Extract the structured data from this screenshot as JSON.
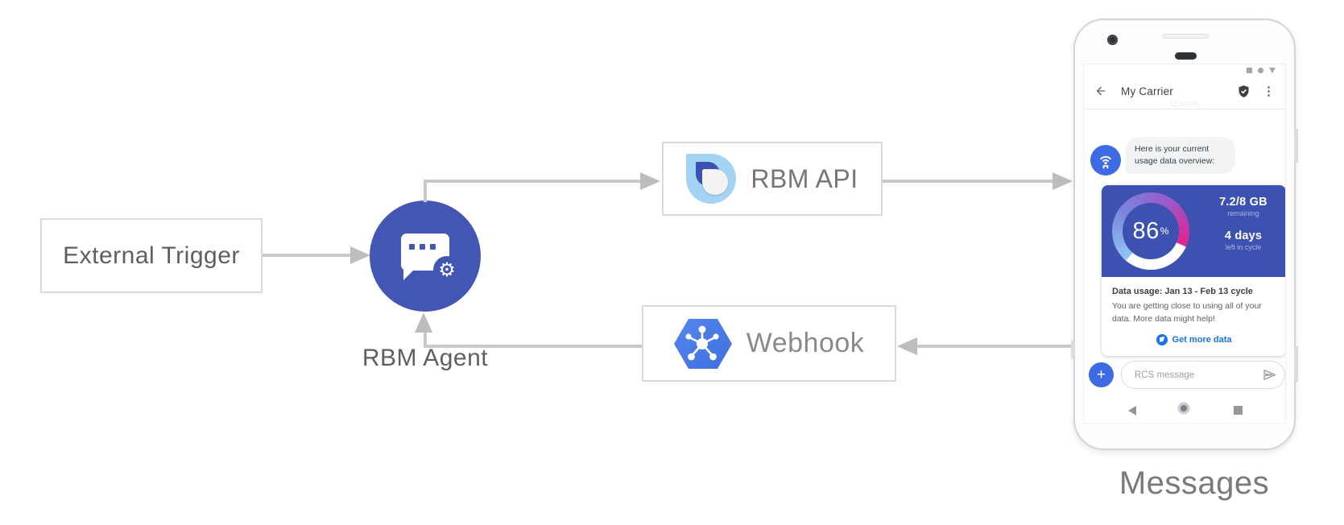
{
  "diagram": {
    "external_trigger": {
      "label": "External Trigger"
    },
    "rbm_agent": {
      "label": "RBM Agent"
    },
    "rbm_api": {
      "label": "RBM API"
    },
    "webhook": {
      "label": "Webhook"
    },
    "phone_caption": "Messages"
  },
  "icons": {
    "back_arrow": "←",
    "overflow_menu": "⋮",
    "plus": "+",
    "gear": "⚙"
  },
  "phone": {
    "header": {
      "title": "My Carrier"
    },
    "timestamp": "12:30 PM",
    "chat": {
      "agent_message": "Here is your current usage data overview:"
    },
    "usage_card": {
      "gauge_percent": 86,
      "gauge_percent_text": "86",
      "percent_sign": "%",
      "remaining_value": "7.2/8 GB",
      "remaining_label": "remaining",
      "days_value": "4 days",
      "days_label": "left in cycle",
      "title": "Data usage: Jan 13 - Feb 13 cycle",
      "body": "You are getting close to using all of your data. More data might help!",
      "action_label": "Get more data"
    },
    "compose": {
      "placeholder": "RCS message"
    }
  },
  "colors": {
    "agent_blue": "#4356b4",
    "card_blue": "#3d51b1",
    "bright_blue": "#3d6be4",
    "link_blue": "#1a73e8",
    "line_gray": "#c9c9c9",
    "gauge_gradient": [
      "#8fc5f4",
      "#7a86dd",
      "#9b59cb",
      "#e2228f"
    ]
  }
}
